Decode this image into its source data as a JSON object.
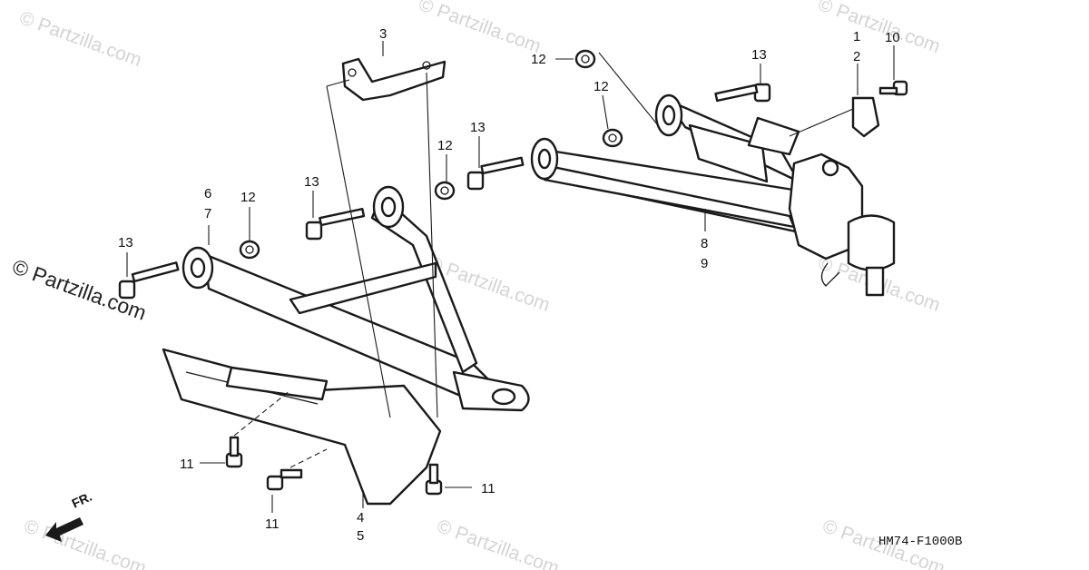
{
  "watermark": {
    "text": "© Partzilla.com"
  },
  "diagram_code": "HM74-F1000B",
  "direction_label": "FR.",
  "callouts": {
    "c1": "1",
    "c2": "2",
    "c3": "3",
    "c4": "4",
    "c5": "5",
    "c6": "6",
    "c7": "7",
    "c8": "8",
    "c9": "9",
    "c10": "10",
    "c11a": "11",
    "c11b": "11",
    "c11c": "11",
    "c12a": "12",
    "c12b": "12",
    "c12c": "12",
    "c12d": "12",
    "c13a": "13",
    "c13b": "13",
    "c13c": "13",
    "c13d": "13"
  },
  "colors": {
    "line": "#1a1a1a",
    "background": "#ffffff",
    "watermark": "#d4d4d4"
  }
}
